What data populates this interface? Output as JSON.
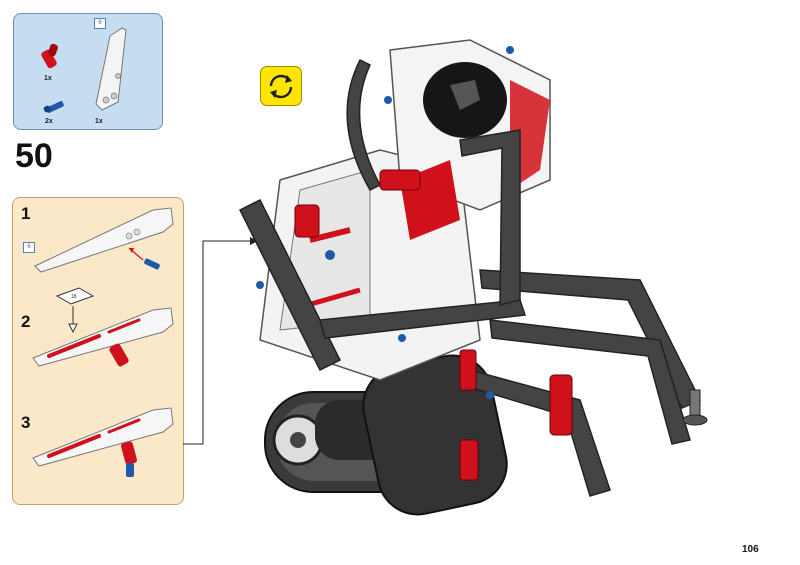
{
  "parts": {
    "items": [
      {
        "name": "red-angle-connector",
        "qty": "1x",
        "color": "#d0101a"
      },
      {
        "name": "blue-axle-pin",
        "qty": "2x",
        "color": "#1e5aa8"
      },
      {
        "name": "white-panel",
        "qty": "1x",
        "color": "#ffffff"
      }
    ],
    "panel_tag": "6"
  },
  "step": {
    "number": "50"
  },
  "substeps": [
    {
      "label": "1",
      "tag": "6"
    },
    {
      "label": "2",
      "sticker_label": "18"
    },
    {
      "label": "3"
    }
  ],
  "rotate_icon": "rotate-model-icon",
  "page": {
    "number": "106"
  },
  "colors": {
    "parts_bg": "#c5dcf1",
    "substep_bg": "#fbe8c8",
    "rotate_bg": "#ffe600",
    "red": "#d0101a",
    "blue": "#1e5aa8",
    "dark": "#3a3a3a"
  }
}
